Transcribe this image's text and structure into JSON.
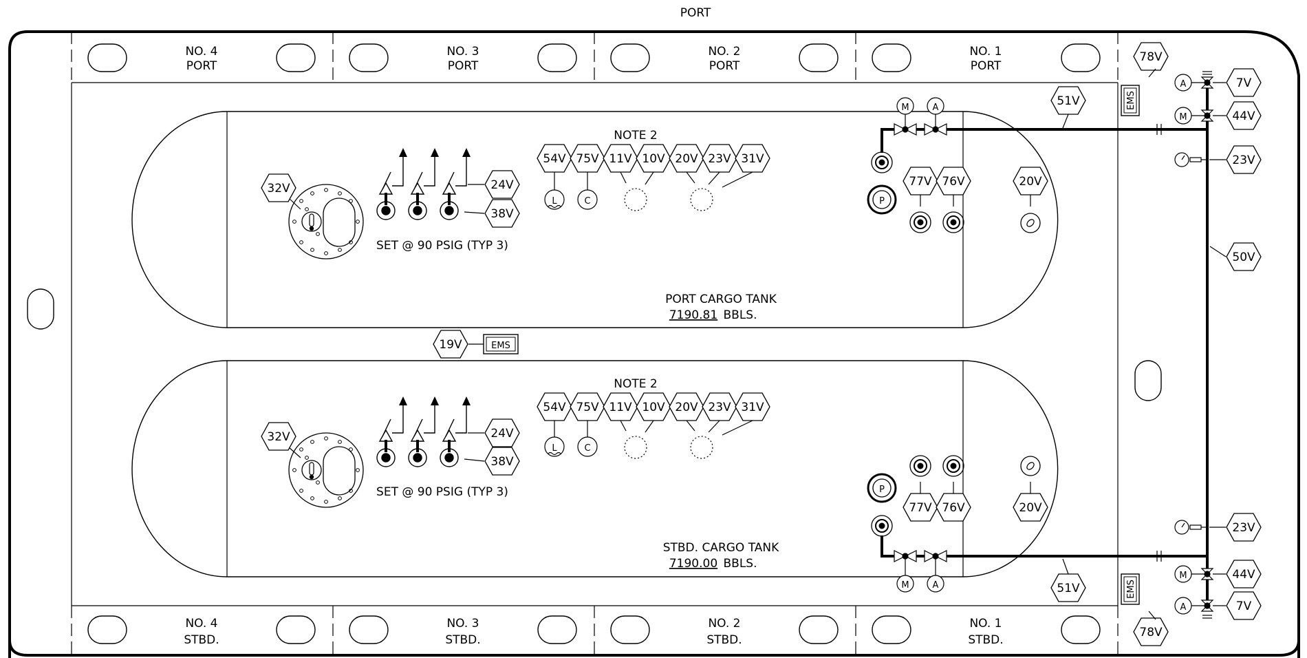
{
  "top_label": "PORT",
  "compartments": {
    "top": [
      {
        "line1": "NO. 4",
        "line2": "PORT"
      },
      {
        "line1": "NO. 3",
        "line2": "PORT"
      },
      {
        "line1": "NO. 2",
        "line2": "PORT"
      },
      {
        "line1": "NO. 1",
        "line2": "PORT"
      }
    ],
    "bottom": [
      {
        "line1": "NO. 4",
        "line2": "STBD."
      },
      {
        "line1": "NO. 3",
        "line2": "STBD."
      },
      {
        "line1": "NO. 2",
        "line2": "STBD."
      },
      {
        "line1": "NO. 1",
        "line2": "STBD."
      }
    ]
  },
  "tanks": {
    "port": {
      "name": "PORT CARGO TANK",
      "volume": "7190.81",
      "unit": "BBLS.",
      "note": "NOTE 2",
      "relief_setting": "SET @ 90 PSIG (TYP 3)"
    },
    "stbd": {
      "name": "STBD. CARGO TANK",
      "volume": "7190.00",
      "unit": "BBLS.",
      "note": "NOTE 2",
      "relief_setting": "SET @ 90 PSIG (TYP 3)"
    }
  },
  "tags": {
    "t32v": "32V",
    "t24v": "24V",
    "t38v": "38V",
    "t54v": "54V",
    "t75v": "75V",
    "t11v": "11V",
    "t10v": "10V",
    "t20v": "20V",
    "t23v": "23V",
    "t31v": "31V",
    "t77v": "77V",
    "t76v": "76V",
    "t51v": "51V",
    "t78v": "78V",
    "t7v": "7V",
    "t44v": "44V",
    "t50v": "50V",
    "t19v": "19V"
  },
  "symbols": {
    "ems": "EMS",
    "m": "M",
    "a": "A",
    "p": "P",
    "l": "L",
    "c": "C"
  }
}
